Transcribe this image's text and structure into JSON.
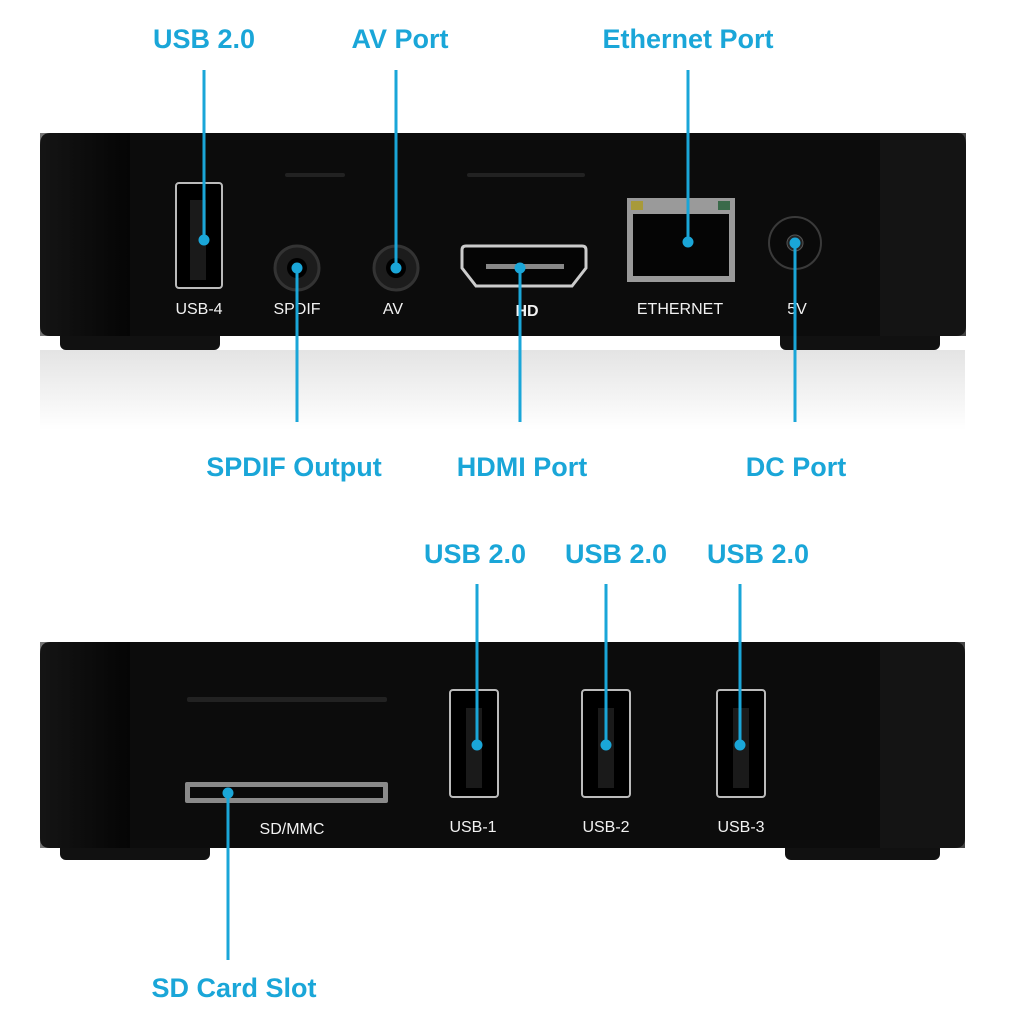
{
  "colors": {
    "accent": "#1aa6d8",
    "device": "#0c0c0c"
  },
  "top_view": {
    "callouts": {
      "usb": "USB 2.0",
      "av": "AV Port",
      "ethernet": "Ethernet Port",
      "spdif": "SPDIF Output",
      "hdmi": "HDMI Port",
      "dc": "DC Port"
    },
    "port_labels": {
      "usb4": "USB-4",
      "spdif": "SPDIF",
      "av": "AV",
      "hdmi": "HD",
      "ethernet": "ETHERNET",
      "dc": "5V"
    }
  },
  "bottom_view": {
    "callouts": {
      "usb1": "USB 2.0",
      "usb2": "USB 2.0",
      "usb3": "USB 2.0",
      "sd": "SD Card Slot"
    },
    "port_labels": {
      "sd": "SD/MMC",
      "usb1": "USB-1",
      "usb2": "USB-2",
      "usb3": "USB-3"
    }
  }
}
